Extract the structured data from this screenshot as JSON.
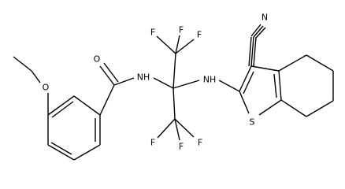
{
  "structure": {
    "labels": {
      "N_nitrile": "N",
      "O_carbonyl": "O",
      "O_ether": "O",
      "NH_amide": "NH",
      "NH_amine": "NH",
      "S_ring": "S",
      "F_tl": "F",
      "F_tm": "F",
      "F_tr": "F",
      "F_bl": "F",
      "F_bm": "F",
      "F_br": "F"
    }
  }
}
